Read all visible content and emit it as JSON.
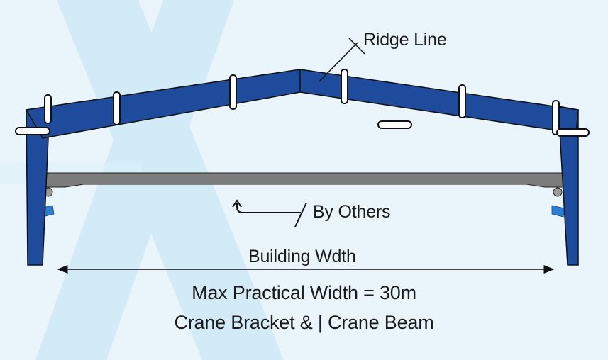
{
  "colors": {
    "background": "#eaf5fb",
    "watermark": "#d3ebf7",
    "frame_blue": "#1e4b9c",
    "crane_beam": "#7c7c7c",
    "bracket_blue": "#2a7fd4",
    "outline": "#111111"
  },
  "labels": {
    "ridge_line": "Ridge Line",
    "by_others": "By Others",
    "building_width": "Building Wdth",
    "max_practical_width": "Max Practical Width = 30m",
    "crane_bracket_beam": "Crane Bracket & | Crane Beam"
  }
}
